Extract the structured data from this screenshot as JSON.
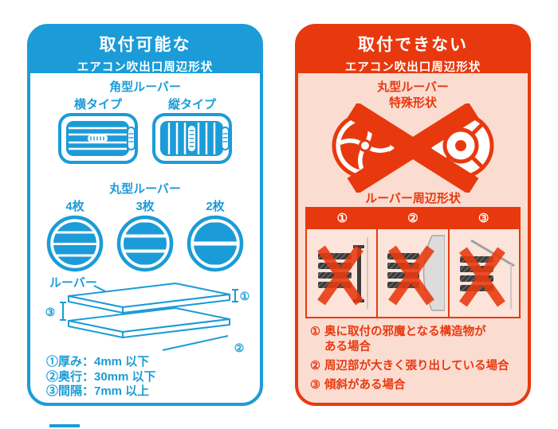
{
  "colors": {
    "blue": "#1b9cd8",
    "red": "#e8390e",
    "panel_pink": "#fbdcd1",
    "cell_pink": "#fce4da"
  },
  "attachable": {
    "title": "取付可能な",
    "subtitle": "エアコン吹出口周辺形状",
    "square_louver_heading": "角型ルーバー",
    "square_types": [
      "横タイプ",
      "縦タイプ"
    ],
    "round_louver_heading": "丸型ルーバー",
    "round_counts": [
      "4枚",
      "3枚",
      "2枚"
    ],
    "louver_label": "ルーバー",
    "diagram_markers": [
      "①",
      "②",
      "③"
    ],
    "specs": [
      "①厚み：4mm 以下",
      "②奥行：30mm 以下",
      "③間隔：7mm 以上"
    ]
  },
  "not_attachable": {
    "title": "取付できない",
    "subtitle": "エアコン吹出口周辺形状",
    "special_heading_line1": "丸型ルーバー",
    "special_heading_line2": "特殊形状",
    "surround_heading": "ルーバー周辺形状",
    "case_numbers": [
      "①",
      "②",
      "③"
    ],
    "cases": [
      {
        "number": "①",
        "line1": "奥に取付の邪魔となる構造物が",
        "line2": "ある場合"
      },
      {
        "number": "②",
        "line1": "周辺部が大きく張り出している場合",
        "line2": ""
      },
      {
        "number": "③",
        "line1": "傾斜がある場合",
        "line2": ""
      }
    ]
  },
  "icons": {
    "horizontal_louver": "horizontal-louver-icon",
    "vertical_louver": "vertical-louver-icon",
    "round_louver": "round-louver-icon",
    "fan_louver": "fan-louver-icon",
    "spoke_wheel_louver": "spoke-wheel-louver-icon",
    "prohibited_cross": "prohibited-cross-icon"
  }
}
